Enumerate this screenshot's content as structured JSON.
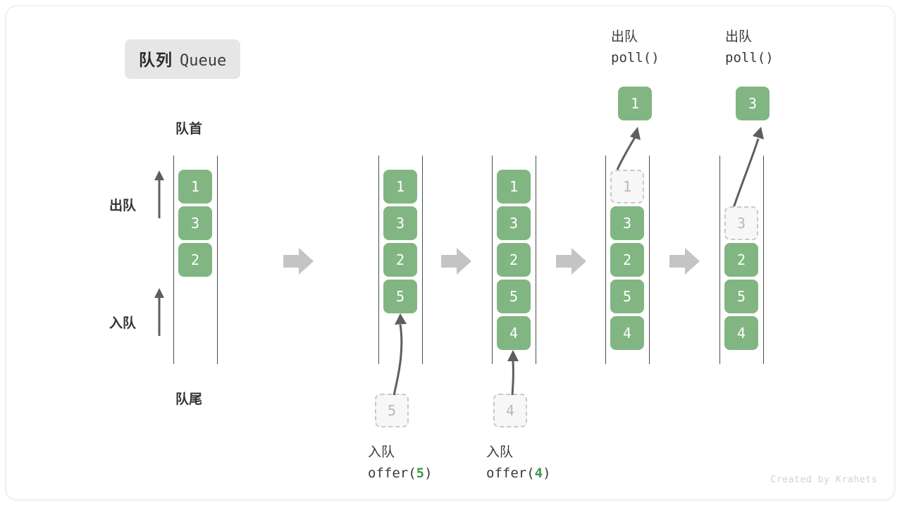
{
  "title": {
    "cn": "队列",
    "en": "Queue"
  },
  "axis_labels": {
    "head": "队首",
    "tail": "队尾",
    "dequeue": "出队",
    "enqueue": "入队"
  },
  "colors": {
    "box_fill": "#81b683",
    "box_text": "#ffffff",
    "ghost_border": "#c9c9c9",
    "ghost_text": "#b8b8b8",
    "rail": "#4d4d4d",
    "arrow_gray": "#c4c4c4",
    "curve_arrow": "#5e5e5e",
    "badge_bg": "#e6e6e6",
    "code_number": "#3c9a4e"
  },
  "columns": [
    {
      "id": "state-initial",
      "boxes": [
        "1",
        "3",
        "2"
      ],
      "ghost_index": null,
      "popped": null,
      "incoming": null
    },
    {
      "id": "state-after-offer-5",
      "boxes": [
        "1",
        "3",
        "2",
        "5"
      ],
      "ghost_index": null,
      "popped": null,
      "incoming": "5"
    },
    {
      "id": "state-after-offer-4",
      "boxes": [
        "1",
        "3",
        "2",
        "5",
        "4"
      ],
      "ghost_index": null,
      "popped": null,
      "incoming": "4"
    },
    {
      "id": "state-after-poll-1",
      "boxes": [
        "1",
        "3",
        "2",
        "5",
        "4"
      ],
      "ghost_index": 0,
      "popped": "1",
      "incoming": null
    },
    {
      "id": "state-after-poll-3",
      "boxes": [
        "3",
        "2",
        "5",
        "4"
      ],
      "ghost_index": 0,
      "popped": "3",
      "incoming": null
    }
  ],
  "operations": {
    "offer_5": {
      "cn": "入队",
      "code_prefix": "offer(",
      "code_num": "5",
      "code_suffix": ")"
    },
    "offer_4": {
      "cn": "入队",
      "code_prefix": "offer(",
      "code_num": "4",
      "code_suffix": ")"
    },
    "poll_1": {
      "cn": "出队",
      "code": "poll()"
    },
    "poll_2": {
      "cn": "出队",
      "code": "poll()"
    }
  },
  "footer": "Created by Krahets"
}
